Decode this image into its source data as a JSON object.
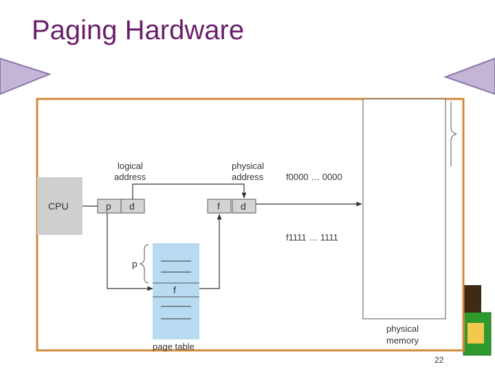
{
  "slide": {
    "title": "Paging Hardware",
    "page_number": "22"
  },
  "diagram": {
    "cpu_label": "CPU",
    "logical_address_label": [
      "logical",
      "address"
    ],
    "physical_address_label": [
      "physical",
      "address"
    ],
    "logical_fields": [
      "p",
      "d"
    ],
    "physical_fields": [
      "f",
      "d"
    ],
    "frame_start_label": "f0000 … 0000",
    "frame_end_label": "f1111 … 1111",
    "page_table_entry_label": "p",
    "frame_entry_label": "f",
    "page_table_label": "page table",
    "physical_memory_label": [
      "physical",
      "memory"
    ]
  },
  "colors": {
    "title": "#6b1f6b",
    "frame_border": "#d2883a",
    "cpu_fill": "#cfcfcf",
    "register_fill": "#d4d4d4",
    "page_table_fill": "#b9dbf1",
    "nav_arrow_fill": "#c4b4d6",
    "nav_arrow_stroke": "#8a77a8"
  },
  "icons": [
    "prev-arrow-icon",
    "next-arrow-icon",
    "decorative-block-icon"
  ]
}
